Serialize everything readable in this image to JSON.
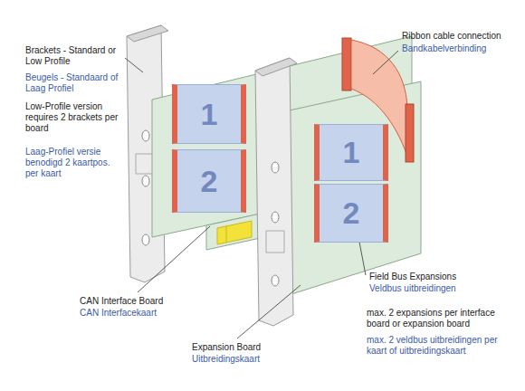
{
  "diagram": {
    "nodes": [
      {
        "text": [
          "1"
        ]
      },
      {
        "text": [
          "2"
        ]
      },
      {
        "text": [
          "1"
        ]
      },
      {
        "text": [
          "2"
        ]
      }
    ],
    "labels": [
      "Brackets - Standard or Low Profile",
      "Beugels - Standaard of Laag Profiel",
      "Low-Profile version requires 2 brackets per board",
      "Laag-Profiel versie benodigd 2 kaartpos. per kaart",
      "Ribbon cable connection",
      "Bandkabelverbinding",
      "CAN Interface Board",
      "CAN Interfacekaart",
      "Field Bus Expansions",
      "Veldbus uitbreidingen",
      "max. 2 expansions per interface board or expansion board",
      "max. 2 veldbus uitbreidingen per kaart of uitbreidingskaart",
      "Expansion Board",
      "Uitbreidingskaart"
    ]
  }
}
